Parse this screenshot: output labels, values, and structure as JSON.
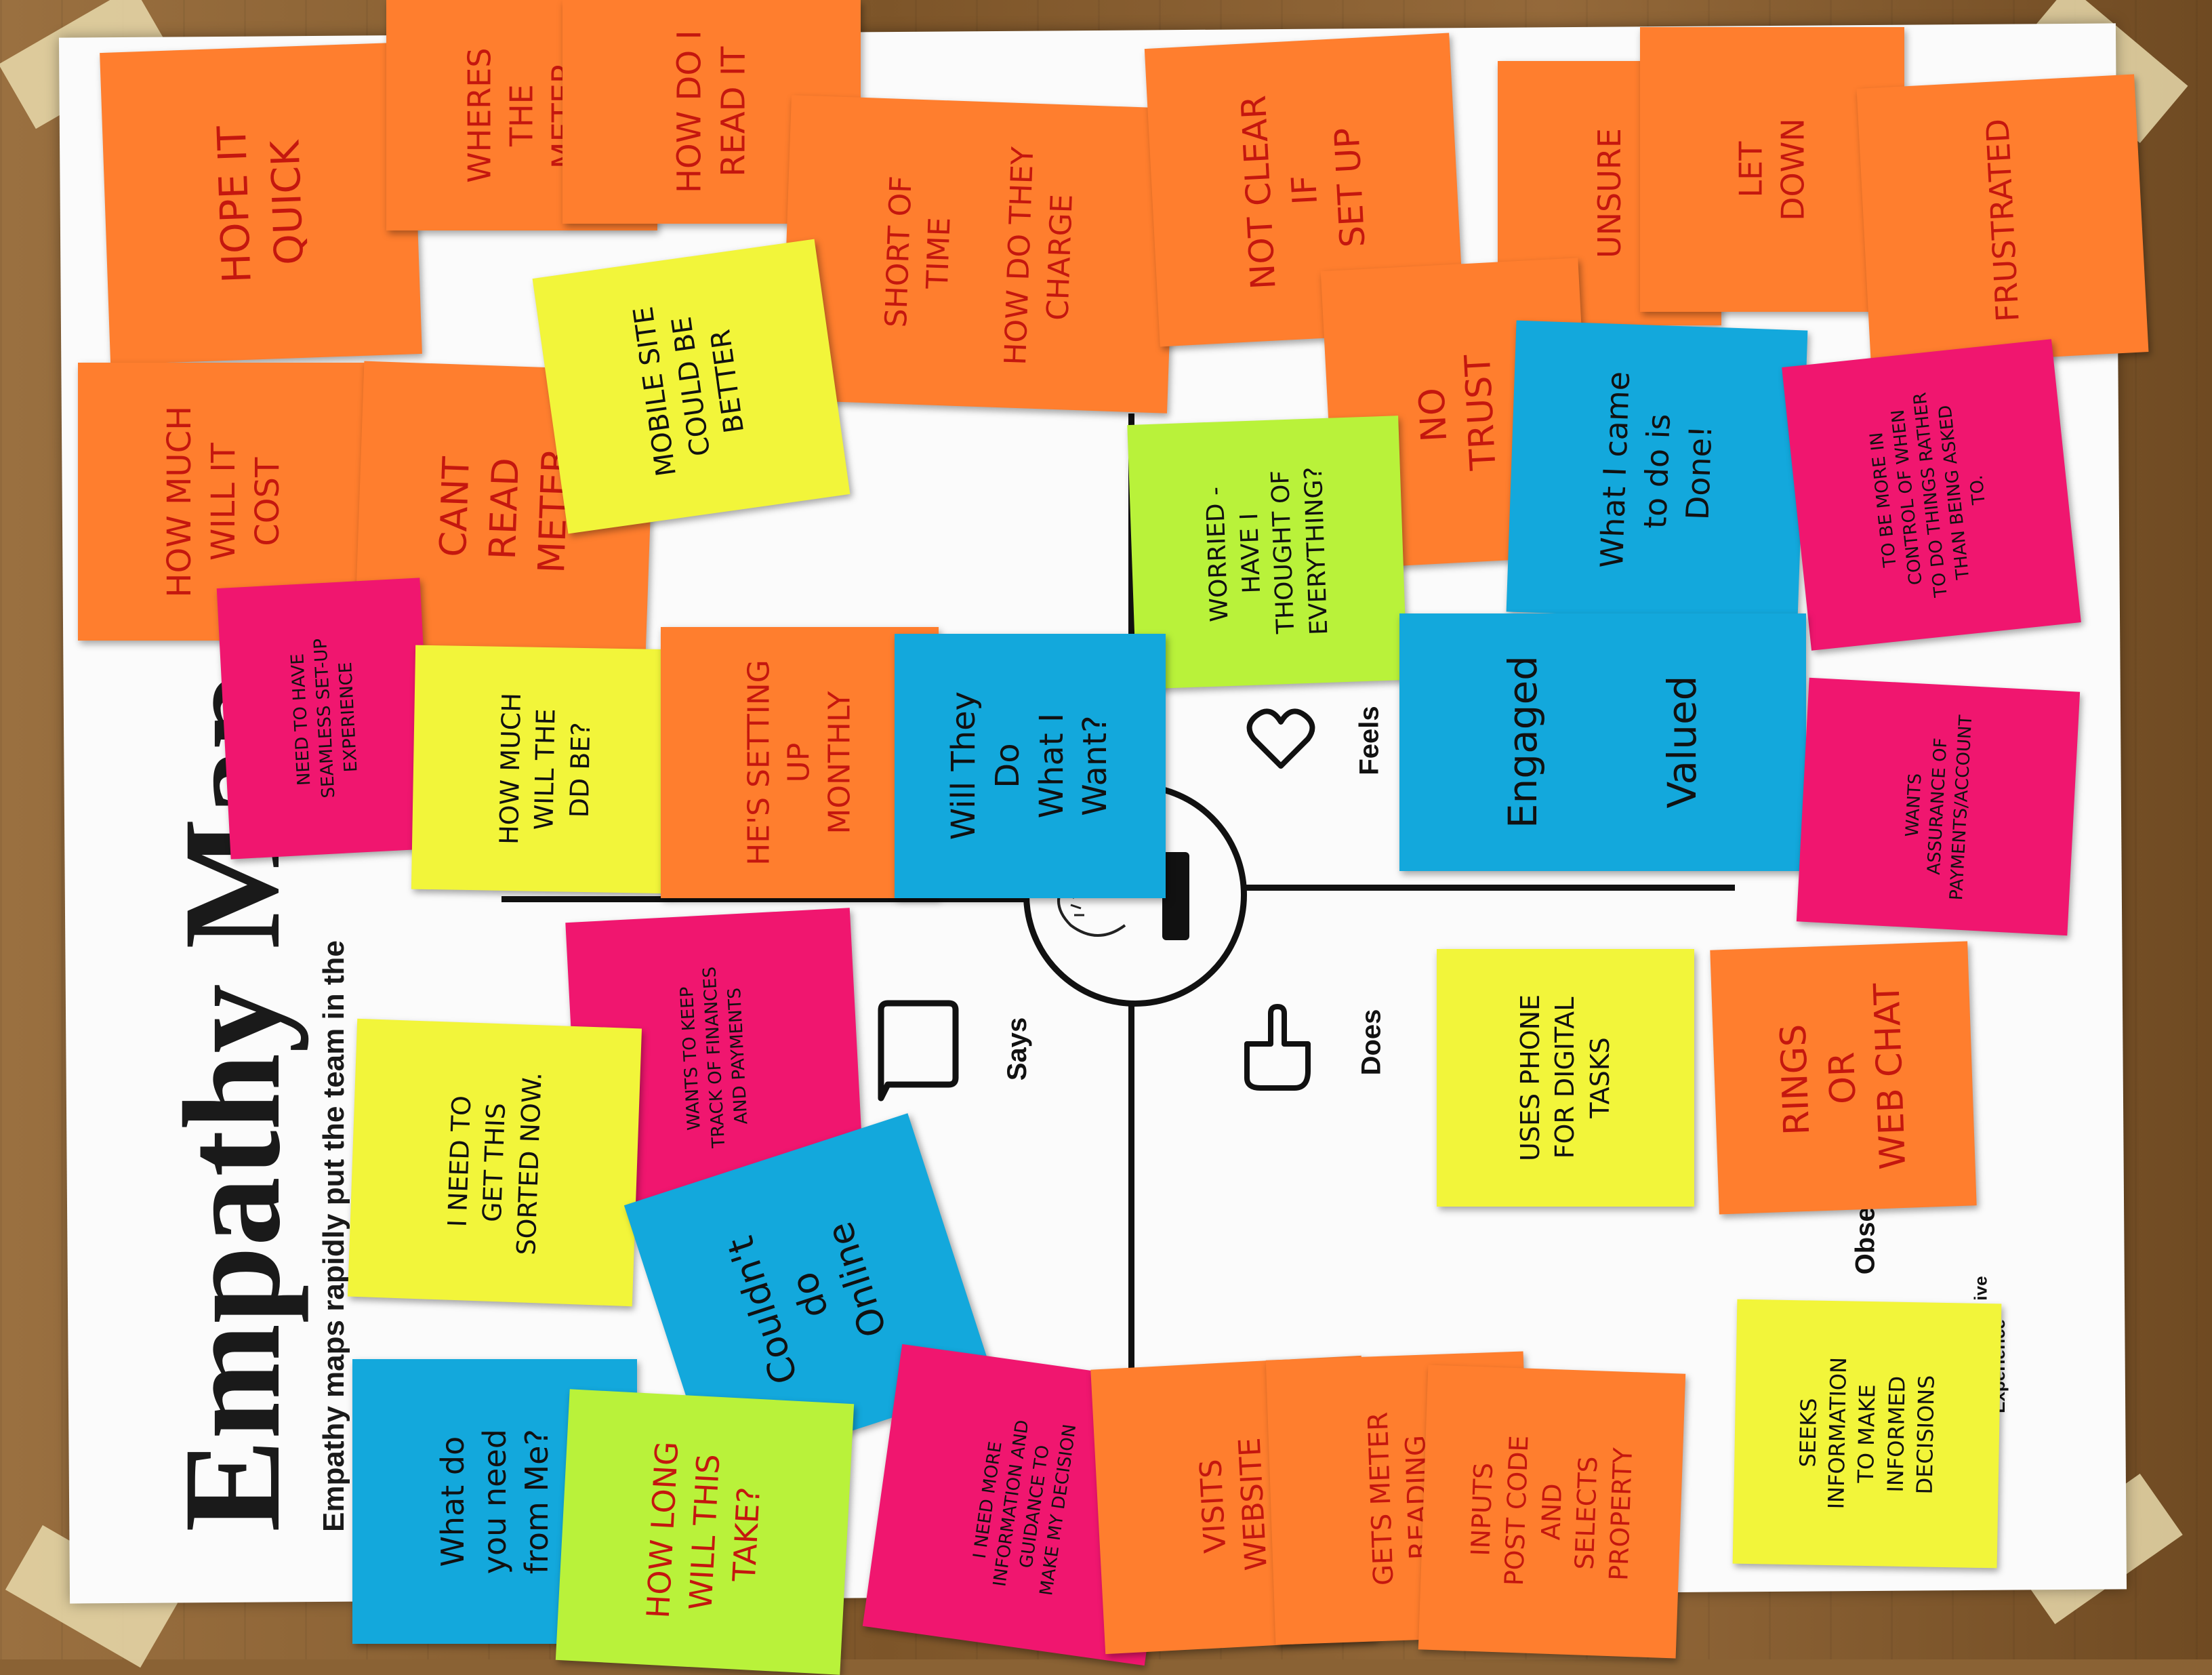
{
  "poster": {
    "title": "Empathy Map",
    "subtitle": "Empathy maps rapidly put the team in the",
    "quadrants": {
      "says": "Says",
      "feels": "Feels",
      "does": "Does"
    },
    "fragments": {
      "observ": "Obser",
      "ive": "ive",
      "experience": "Experience"
    }
  },
  "notes": [
    {
      "id": "hope-quick",
      "text": "HOPE IT\nQUICK",
      "color": "#ff7e2e"
    },
    {
      "id": "wheres-meter",
      "text": "WHERES\nTHE\nMETER",
      "color": "#ff7e2e"
    },
    {
      "id": "how-read",
      "text": "HOW DO I\nREAD IT",
      "color": "#ff7e2e"
    },
    {
      "id": "short-of-time",
      "text": "SHORT OF\nTIME\n\nHOW DO THEY\nCHARGE",
      "color": "#ff7e2e"
    },
    {
      "id": "not-clear",
      "text": "NOT CLEAR\nIF\nSET UP",
      "color": "#ff7e2e"
    },
    {
      "id": "unsure",
      "text": "UNSURE",
      "color": "#ff7e2e"
    },
    {
      "id": "let-down",
      "text": "LET\nDOWN",
      "color": "#ff7e2e"
    },
    {
      "id": "frustrated",
      "text": "FRUSTRATED",
      "color": "#ff7e2e"
    },
    {
      "id": "how-much-cost",
      "text": "HOW MUCH\nWILL IT\nCOST",
      "color": "#ff7e2e"
    },
    {
      "id": "cant-read-meter",
      "text": "CANT\nREAD\nMETER",
      "color": "#ff7e2e"
    },
    {
      "id": "mobile-site",
      "text": "MOBILE SITE\nCOULD BE\nBETTER",
      "color": "#f2f53a"
    },
    {
      "id": "no-trust",
      "text": "NO\nTRUST",
      "color": "#ff7e2e"
    },
    {
      "id": "what-i-came",
      "text": "What I came\nto do is\nDone!",
      "color": "#13a8dc"
    },
    {
      "id": "worried",
      "text": "WORRIED -\nHAVE I\nTHOUGHT OF\nEVERYTHING?",
      "color": "#b9f23a"
    },
    {
      "id": "be-more-in-control",
      "text": "TO BE MORE IN\nCONTROL OF WHEN\nTO DO THINGS RATHER\nTHAN BEING ASKED\nTO.",
      "color": "#f0166f"
    },
    {
      "id": "need-seamless",
      "text": "NEED TO HAVE\nSEAMLESS SET-UP\nEXPERIENCE",
      "color": "#f0166f"
    },
    {
      "id": "how-much-dd",
      "text": "HOW MUCH\nWILL THE\nDD BE?",
      "color": "#f2f53a"
    },
    {
      "id": "setting-up-monthly",
      "text": "HE'S SETTING\nUP\nMONTHLY",
      "color": "#ff7e2e"
    },
    {
      "id": "will-they-do",
      "text": "Will They\nDo\nWhat I\nWant?",
      "color": "#13a8dc"
    },
    {
      "id": "engaged-valued",
      "text": "Engaged\n\n\nValued",
      "color": "#13a8dc"
    },
    {
      "id": "wants-assurance",
      "text": "WANTS\nASSURANCE OF\nPAYMENTS/ACCOUNT",
      "color": "#f0166f"
    },
    {
      "id": "wants-to-keep-track",
      "text": "WANTS TO KEEP\nTRACK OF FINANCES\nAND PAYMENTS",
      "color": "#f0166f"
    },
    {
      "id": "uses-phone",
      "text": "USES PHONE\nFOR DIGITAL\nTASKS",
      "color": "#f2f53a"
    },
    {
      "id": "rings-web-chat",
      "text": "RINGS\nOR\nWEB CHAT",
      "color": "#ff7e2e"
    },
    {
      "id": "need-to-get-sorted",
      "text": "I NEED TO\nGET THIS\nSORTED NOW.",
      "color": "#f2f53a"
    },
    {
      "id": "couldnt-do-online",
      "text": "Couldn't\ndo\nOnline",
      "color": "#13a8dc"
    },
    {
      "id": "what-do-you-need",
      "text": "What do\nyou need\nfrom Me?",
      "color": "#13a8dc"
    },
    {
      "id": "how-long",
      "text": "HOW LONG\nWILL THIS\nTAKE?",
      "color": "#b9f23a"
    },
    {
      "id": "need-more-info",
      "text": "I NEED MORE\nINFORMATION AND\nGUIDANCE TO\nMAKE MY DECISION",
      "color": "#f0166f"
    },
    {
      "id": "visits-website",
      "text": "VISITS\nWEBSITE",
      "color": "#ff7e2e"
    },
    {
      "id": "gets-meter-reading",
      "text": "GETS METER\nREADING",
      "color": "#ff7e2e"
    },
    {
      "id": "inputs-post-code",
      "text": "INPUTS\nPOST CODE\nAND\nSELECTS\nPROPERTY",
      "color": "#ff7e2e"
    },
    {
      "id": "seeks-information",
      "text": "SEEKS\nINFORMATION\nTO MAKE\nINFORMED\nDECISIONS",
      "color": "#f2f53a"
    }
  ],
  "colors": {
    "orange": "#ff7e2e",
    "pink": "#f0166f",
    "blue": "#13a8dc",
    "yellow": "#f2f53a",
    "green": "#b9f23a",
    "red_ink": "#c4170f",
    "black_ink": "#111111"
  },
  "icons": [
    "speech-bubble-icon",
    "heart-icon",
    "pointing-hand-icon",
    "user-face-icon"
  ]
}
